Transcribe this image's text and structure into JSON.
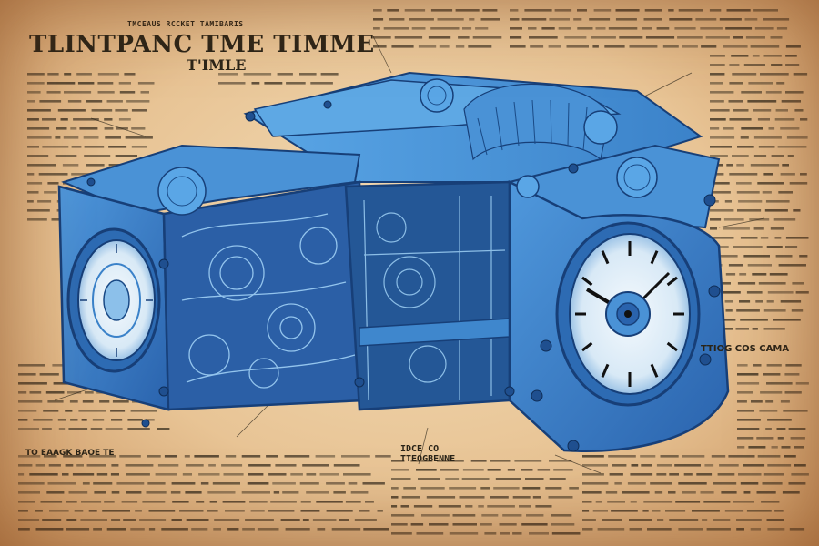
{
  "image": {
    "title": "TLINTPANC TME TIMME",
    "subtitle": "T'IMLE",
    "top_caption": "TMCEAUS RCCKET TAMIBARIS",
    "right_caption": "TTIOG COS CAMA",
    "left_caption": "TO EAAGK BAOE TE",
    "center_caption_line1": "IDCE CO",
    "center_caption_line2": "TTEOGBENNE"
  },
  "colors": {
    "paper": "#edd0a6",
    "ink": "#2a2418",
    "machine_blue": "#3b82c9",
    "machine_dark": "#173f78",
    "dial_face": "#e6f1fa"
  },
  "icons": [
    "time-machine-blueprint-illustration",
    "clock-dial-icon"
  ]
}
